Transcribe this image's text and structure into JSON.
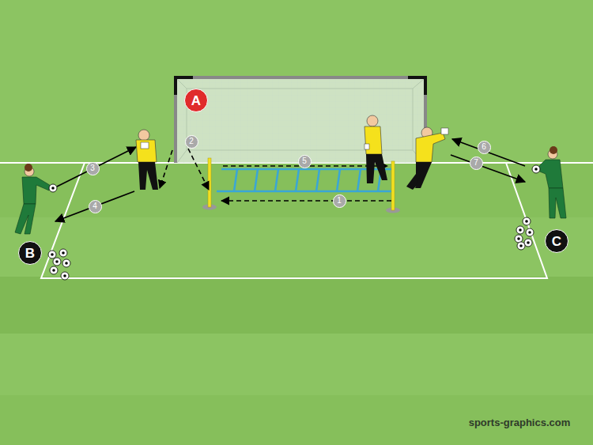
{
  "diagram": {
    "nodes": [
      {
        "text": [
          "A"
        ]
      },
      {
        "text": [
          "B"
        ]
      },
      {
        "text": [
          "C"
        ]
      }
    ],
    "labels": [
      "1",
      "2",
      "3",
      "4",
      "5",
      "6",
      "7",
      "sports-graphics.com"
    ]
  }
}
